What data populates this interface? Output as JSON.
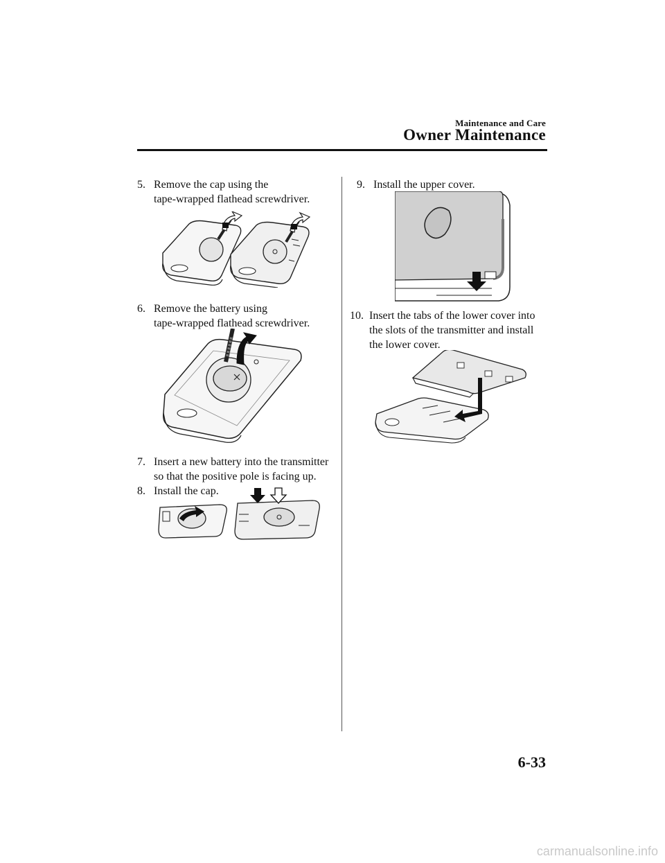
{
  "header": {
    "section": "Maintenance and Care",
    "title": "Owner Maintenance"
  },
  "steps": [
    {
      "num": "5.",
      "line1": "Remove the cap using the",
      "line2": "tape-wrapped flathead screwdriver."
    },
    {
      "num": "6.",
      "line1": "Remove the battery using",
      "line2": "tape-wrapped flathead screwdriver."
    },
    {
      "num": "7.",
      "line1": "Insert a new battery into the transmitter",
      "line2": "so that the positive pole is facing up."
    },
    {
      "num": "8.",
      "line1": "Install the cap."
    },
    {
      "num": "9.",
      "line1": "Install the upper cover."
    },
    {
      "num": "10.",
      "line1": "Insert the tabs of the lower cover into",
      "line2": "the slots of the transmitter and install",
      "line3": "the lower cover."
    }
  ],
  "footer": {
    "page_number": "6-33"
  },
  "watermark": {
    "text": "carmanualsonline.info"
  }
}
